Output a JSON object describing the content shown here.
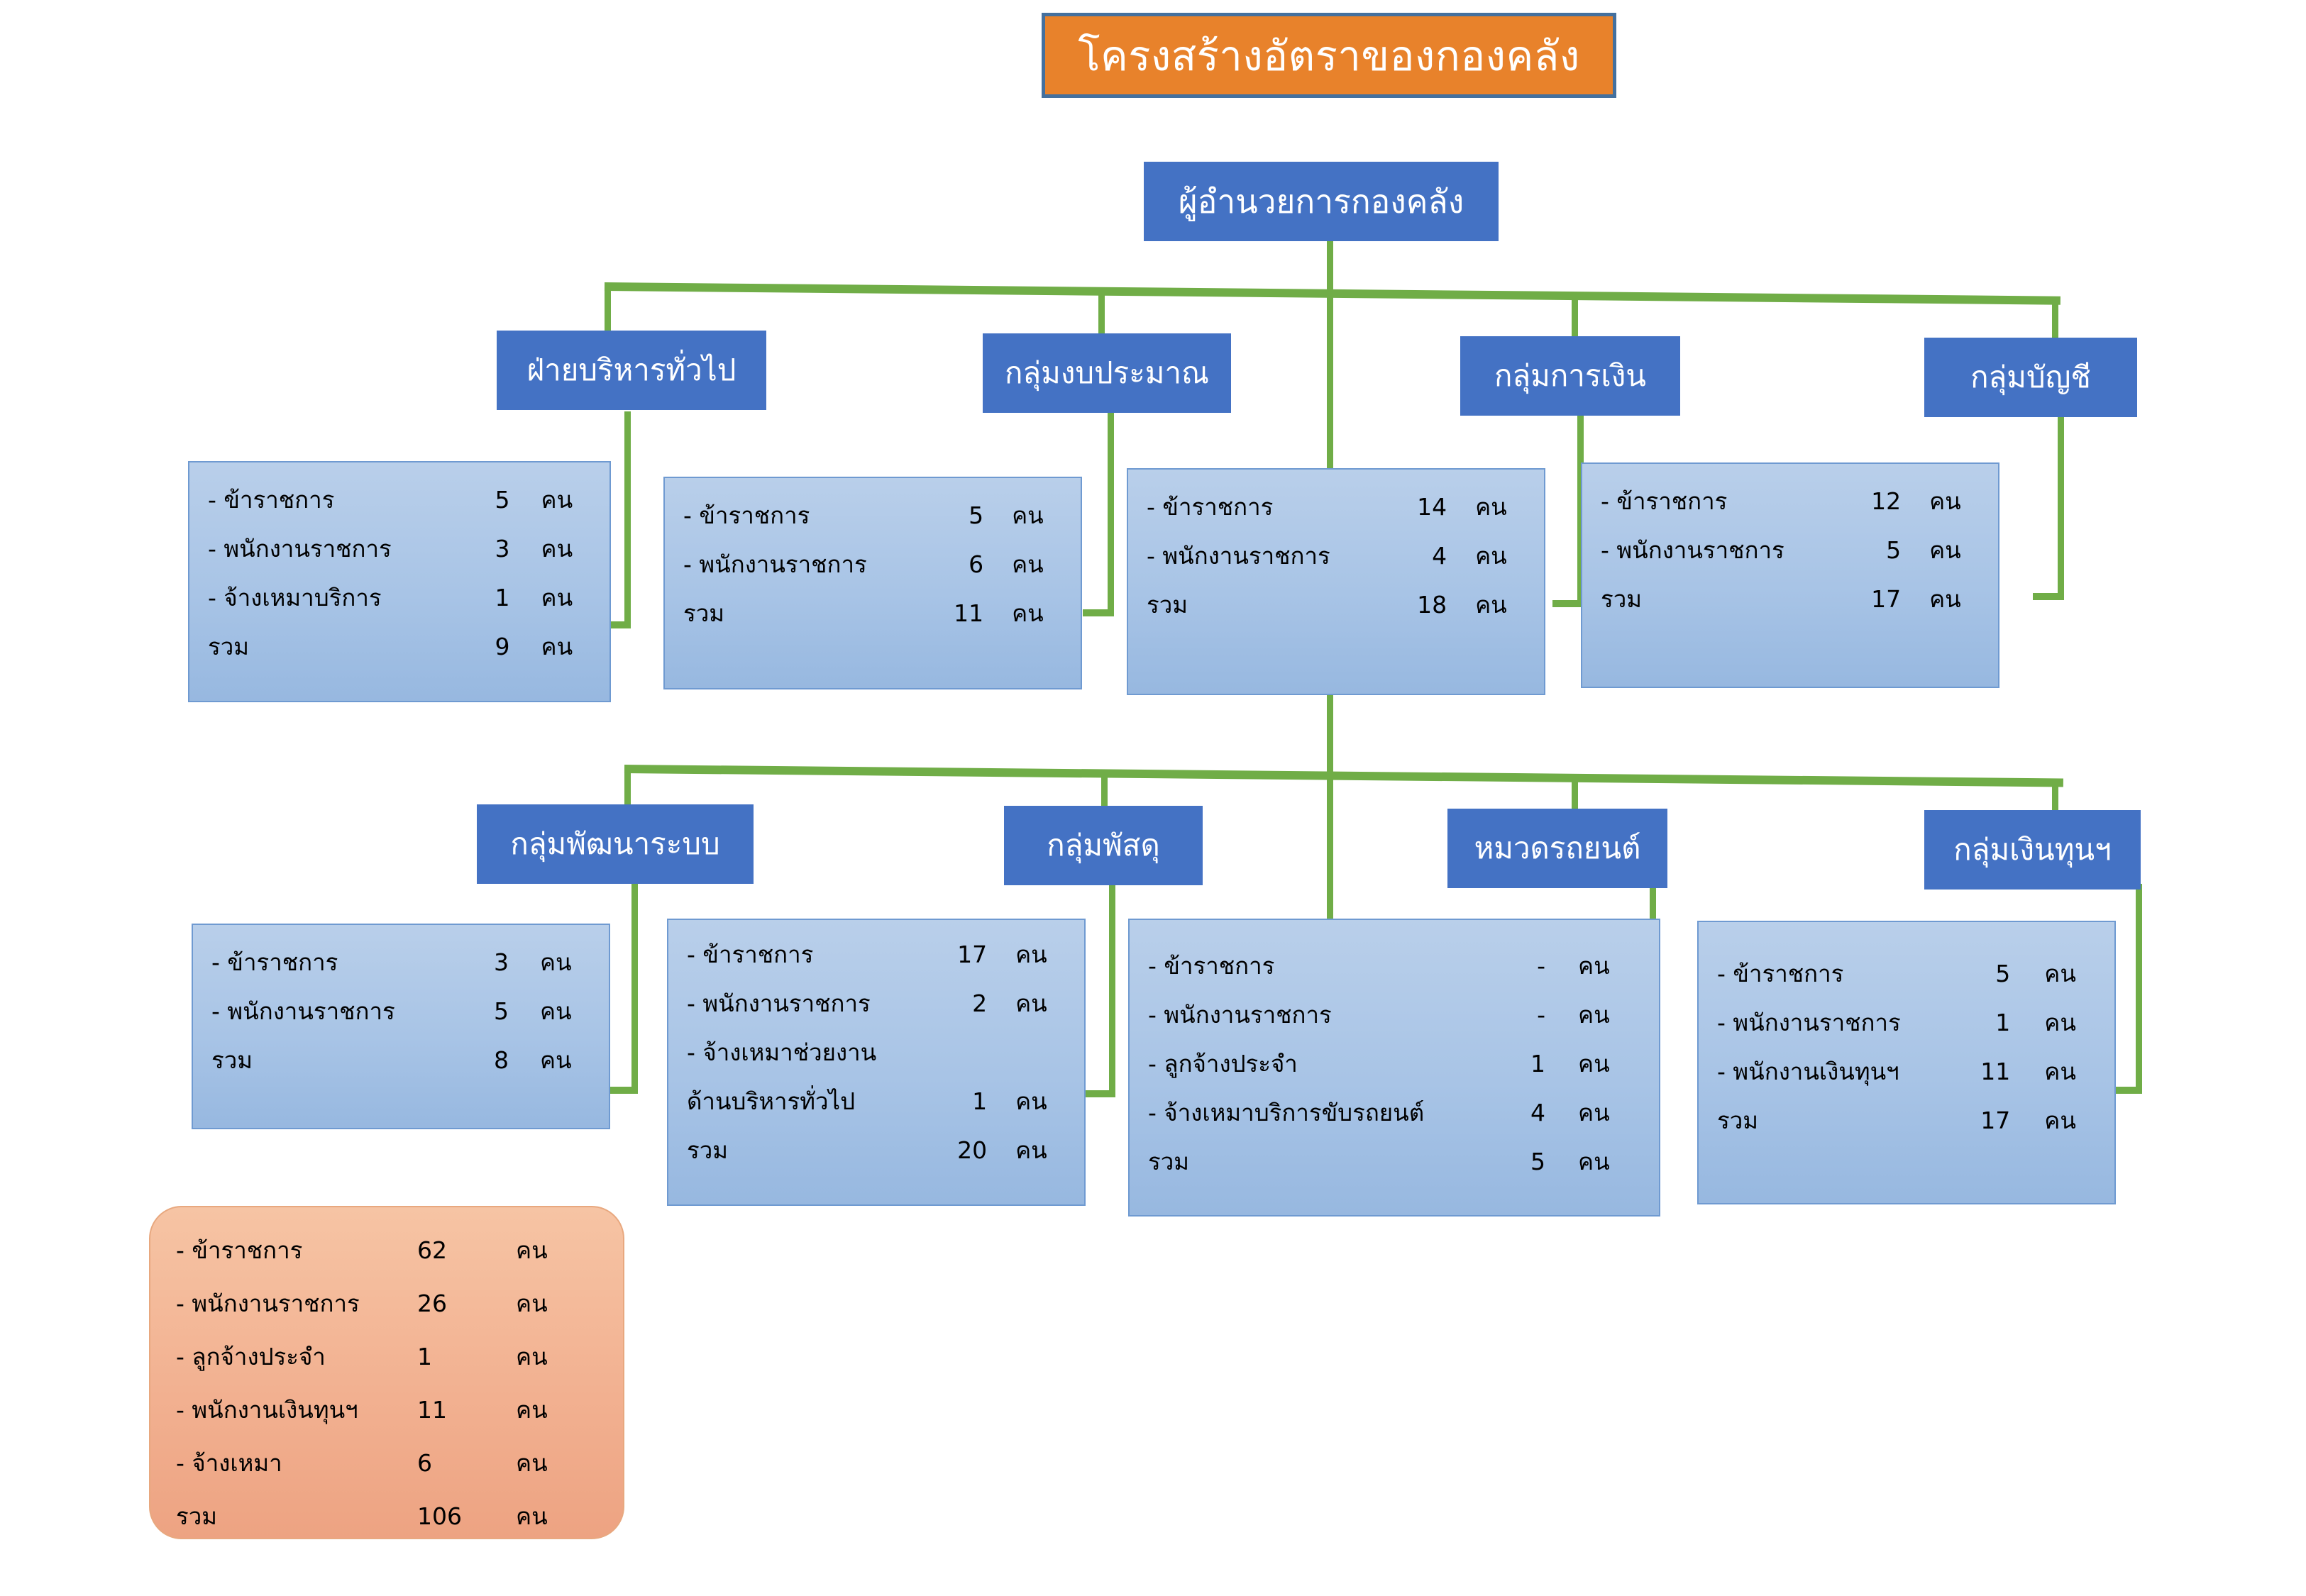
{
  "title": "โครงสร้างอัตราของกองคลัง",
  "director": "ผู้อำนวยการกองคลัง",
  "unit_word": "คน",
  "total_label": "รวม",
  "units": {
    "general_admin": "ฝ่ายบริหารทั่วไป",
    "budget": "กลุ่มงบประมาณ",
    "finance": "กลุ่มการเงิน",
    "accounting": "กลุ่มบัญชี",
    "system_dev": "กลุ่มพัฒนาระบบ",
    "supplies": "กลุ่มพัสดุ",
    "vehicle": "หมวดรถยนต์",
    "revolving_fund": "กลุ่มเงินทุนฯ"
  },
  "details": {
    "general_admin": {
      "rows": [
        {
          "label": "- ข้าราชการ",
          "value": "5",
          "unit": "คน"
        },
        {
          "label": "- พนักงานราชการ",
          "value": "3",
          "unit": "คน"
        },
        {
          "label": "- จ้างเหมาบริการ",
          "value": "1",
          "unit": "คน"
        },
        {
          "label": "รวม",
          "value": "9",
          "unit": "คน"
        }
      ]
    },
    "budget": {
      "rows": [
        {
          "label": "- ข้าราชการ",
          "value": "5",
          "unit": "คน"
        },
        {
          "label": "- พนักงานราชการ",
          "value": "6",
          "unit": "คน"
        },
        {
          "label": "รวม",
          "value": "11",
          "unit": "คน"
        }
      ]
    },
    "finance": {
      "rows": [
        {
          "label": "- ข้าราชการ",
          "value": "14",
          "unit": "คน"
        },
        {
          "label": "- พนักงานราชการ",
          "value": "4",
          "unit": "คน"
        },
        {
          "label": "รวม",
          "value": "18",
          "unit": "คน"
        }
      ]
    },
    "accounting": {
      "rows": [
        {
          "label": "- ข้าราชการ",
          "value": "12",
          "unit": "คน"
        },
        {
          "label": "- พนักงานราชการ",
          "value": "5",
          "unit": "คน"
        },
        {
          "label": "รวม",
          "value": "17",
          "unit": "คน"
        }
      ]
    },
    "system_dev": {
      "rows": [
        {
          "label": "- ข้าราชการ",
          "value": "3",
          "unit": "คน"
        },
        {
          "label": "- พนักงานราชการ",
          "value": "5",
          "unit": "คน"
        },
        {
          "label": "รวม",
          "value": "8",
          "unit": "คน"
        }
      ]
    },
    "supplies": {
      "rows": [
        {
          "label": "- ข้าราชการ",
          "value": "17",
          "unit": "คน"
        },
        {
          "label": "- พนักงานราชการ",
          "value": "2",
          "unit": "คน"
        },
        {
          "label": "- จ้างเหมาช่วยงาน",
          "value": "",
          "unit": ""
        },
        {
          "label": "ด้านบริหารทั่วไป",
          "value": "1",
          "unit": "คน"
        },
        {
          "label": "รวม",
          "value": "20",
          "unit": "คน"
        }
      ]
    },
    "vehicle": {
      "rows": [
        {
          "label": "- ข้าราชการ",
          "value": "-",
          "unit": "คน"
        },
        {
          "label": "- พนักงานราชการ",
          "value": "-",
          "unit": "คน"
        },
        {
          "label": "- ลูกจ้างประจำ",
          "value": "1",
          "unit": "คน"
        },
        {
          "label": "- จ้างเหมาบริการขับรถยนต์",
          "value": "4",
          "unit": "คน"
        },
        {
          "label": "รวม",
          "value": "5",
          "unit": "คน"
        }
      ]
    },
    "revolving_fund": {
      "rows": [
        {
          "label": "- ข้าราชการ",
          "value": "5",
          "unit": "คน"
        },
        {
          "label": "- พนักงานราชการ",
          "value": "1",
          "unit": "คน"
        },
        {
          "label": "- พนักงานเงินทุนฯ",
          "value": "11",
          "unit": "คน"
        },
        {
          "label": "รวม",
          "value": "17",
          "unit": "คน"
        }
      ]
    }
  },
  "summary": {
    "rows": [
      {
        "label": "- ข้าราชการ",
        "value": "62",
        "unit": "คน"
      },
      {
        "label": "- พนักงานราชการ",
        "value": "26",
        "unit": "คน"
      },
      {
        "label": "- ลูกจ้างประจำ",
        "value": "1",
        "unit": "คน"
      },
      {
        "label": "- พนักงานเงินทุนฯ",
        "value": "11",
        "unit": "คน"
      },
      {
        "label": "- จ้างเหมา",
        "value": "6",
        "unit": "คน"
      },
      {
        "label": "รวม",
        "value": "106",
        "unit": "คน"
      }
    ]
  },
  "colors": {
    "title_fill": "#E8822B",
    "title_border": "#44709E",
    "unit_fill": "#4472C4",
    "detail_fill": "#a8c4e6",
    "detail_border": "#6f9ad1",
    "connector": "#70AD47",
    "summary_fill": "#f2b191"
  }
}
